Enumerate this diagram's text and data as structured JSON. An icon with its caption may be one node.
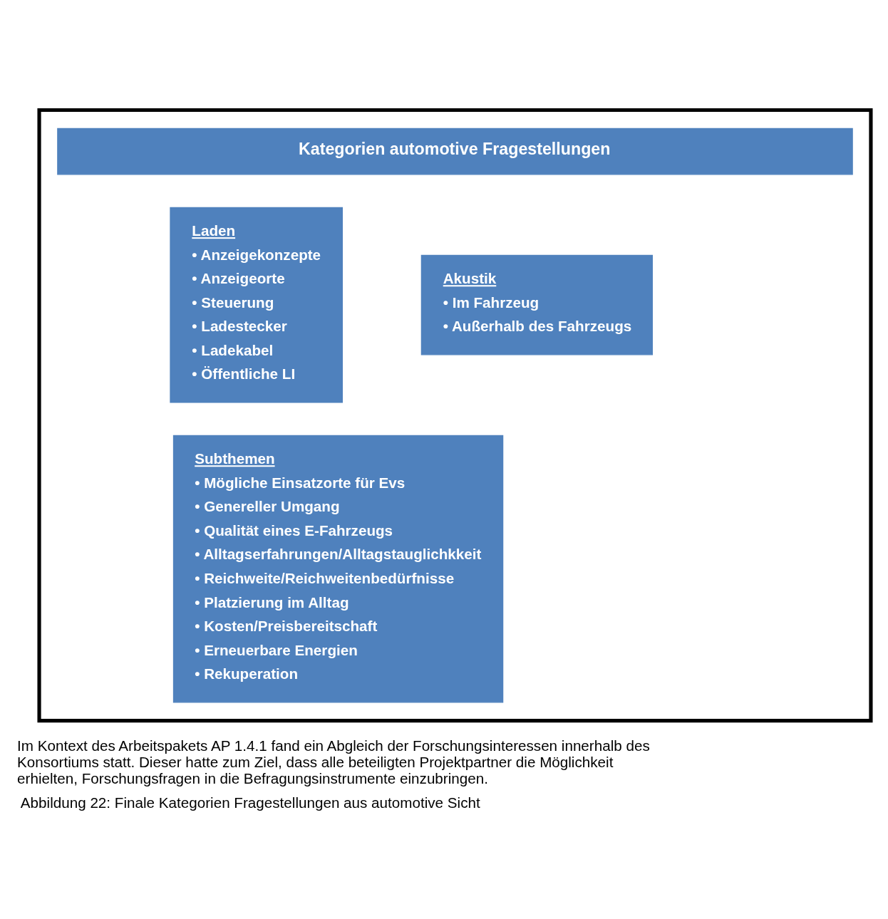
{
  "diagram": {
    "caption": "Abbildung 22: Finale Kategorien Fragestellungen aus automotive Sicht",
    "nodes": [
      {
        "text": [],
        "shape": "box"
      },
      {
        "text": [
          "Kategorien automotive Fragestellungen"
        ],
        "in": 0
      },
      {
        "text": [
          "Laden",
          "• Anzeigekonzepte",
          "• Anzeigeorte",
          "• Steuerung",
          "• Ladestecker",
          "• Ladekabel",
          "• Öffentliche LI"
        ],
        "in": 0
      },
      {
        "text": [
          "Akustik",
          "• Im Fahrzeug",
          "• Außerhalb des Fahrzeugs"
        ],
        "in": 0
      },
      {
        "text": [
          "Subthemen",
          "• Mögliche Einsatzorte für Evs",
          "• Genereller Umgang",
          "• Qualität eines E-Fahrzeugs",
          "• Alltagserfahrungen/Alltagstauglichkkeit",
          "• Reichweite/Reichweitenbedürfnisse",
          "• Platzierung im Alltag",
          "• Kosten/Preisbereitschaft",
          "• Erneuerbare Energien",
          "• Rekuperation"
        ],
        "in": 0
      }
    ],
    "labels": [
      "Im Kontext des Arbeitspakets AP 1.4.1 fand ein Abgleich der Forschungsinteressen innerhalb des Konsortiums statt. Dieser hatte zum Ziel, dass alle beteiligten Projektpartner die Möglichkeit erhielten, Forschungsfragen in die Befragungsinstrumente einzubringen."
    ]
  }
}
